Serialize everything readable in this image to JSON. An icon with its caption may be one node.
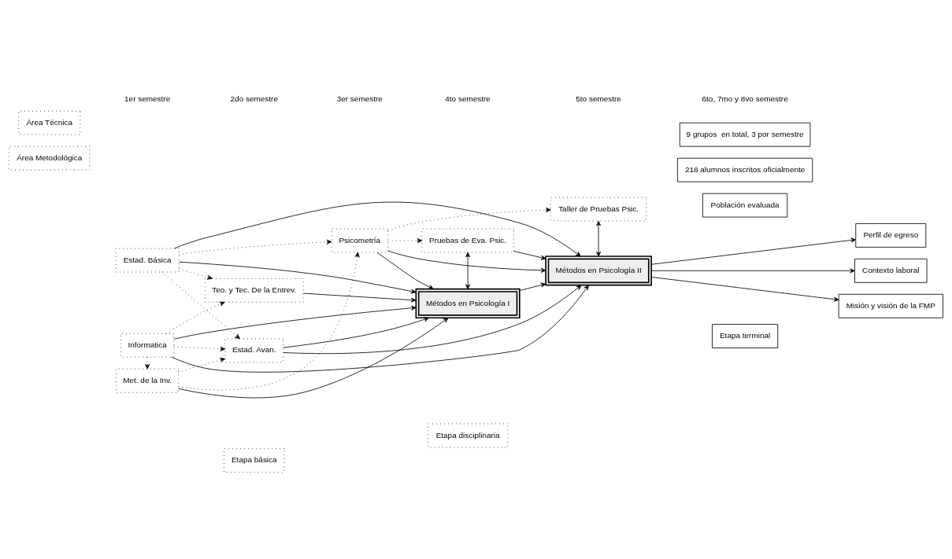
{
  "diagram": {
    "nodes": [
      {
        "text": [
          "Etapa básica"
        ]
      },
      {
        "text": [
          "Etapa disciplinaria"
        ]
      },
      {
        "text": [
          "Etapa terminal"
        ]
      },
      {
        "text": [
          "Área Metodológica"
        ]
      },
      {
        "text": [
          "Área Técnica"
        ]
      },
      {
        "text": [
          "Estad. Básica"
        ]
      },
      {
        "text": [
          "Estad. Avan."
        ]
      },
      {
        "text": [
          "Met. de la Inv."
        ]
      },
      {
        "text": [
          "Psicometría"
        ]
      },
      {
        "text": [
          "Métodos en Psicología I"
        ]
      },
      {
        "text": [
          "Métodos en Psicología II"
        ]
      },
      {
        "text": [
          "Informatica"
        ]
      },
      {
        "text": [
          "Teo. y Tec. De la Entrev."
        ]
      },
      {
        "text": [
          "Pruebas de Eva. Psic."
        ]
      },
      {
        "text": [
          "Taller de Pruebas Psic."
        ]
      },
      {
        "text": [
          "Población evaluada"
        ]
      },
      {
        "text": [
          "218 alumnos inscritos oficialmente"
        ]
      },
      {
        "text": [
          "9 grupos  en total, 3 por semestre"
        ]
      },
      {
        "text": [
          "Perfil de egreso"
        ]
      },
      {
        "text": [
          "Contexto laboral"
        ]
      },
      {
        "text": [
          "Misión y visión de la FMP"
        ]
      }
    ],
    "edges": [
      {
        "from": 5,
        "to": 6,
        "arrow": "to",
        "style": "dashed"
      },
      {
        "from": 5,
        "to": 9,
        "arrow": "to"
      },
      {
        "from": 5,
        "to": 10,
        "arrow": "to"
      },
      {
        "from": 5,
        "to": 8,
        "arrow": "to",
        "style": "dashed"
      },
      {
        "from": 5,
        "to": 12,
        "arrow": "to",
        "style": "dashed"
      },
      {
        "from": 6,
        "to": 9,
        "arrow": "to"
      },
      {
        "from": 6,
        "to": 10,
        "arrow": "to"
      },
      {
        "from": 7,
        "to": 9,
        "arrow": "to"
      },
      {
        "from": 7,
        "to": 6,
        "arrow": "to",
        "style": "dashed"
      },
      {
        "from": 7,
        "to": 8,
        "arrow": "to",
        "style": "dashed"
      },
      {
        "from": 11,
        "to": 7,
        "arrow": "to",
        "style": "dashed"
      },
      {
        "from": 11,
        "to": 6,
        "arrow": "to",
        "style": "dashed"
      },
      {
        "from": 11,
        "to": 12,
        "arrow": "to",
        "style": "dashed"
      },
      {
        "from": 11,
        "to": 9,
        "arrow": "to"
      },
      {
        "from": 11,
        "to": 10,
        "arrow": "to"
      },
      {
        "from": 8,
        "to": 9,
        "arrow": "to"
      },
      {
        "from": 8,
        "to": 10,
        "arrow": "to"
      },
      {
        "from": 8,
        "to": 13,
        "arrow": "to",
        "style": "dashed"
      },
      {
        "from": 8,
        "to": 14,
        "arrow": "to",
        "style": "dashed"
      },
      {
        "from": 12,
        "to": 9,
        "arrow": "to"
      },
      {
        "from": 9,
        "to": 10,
        "arrow": "to"
      },
      {
        "from": 13,
        "to": 9,
        "arrow": "both"
      },
      {
        "from": 13,
        "to": 10,
        "arrow": "to"
      },
      {
        "from": 14,
        "to": 10,
        "arrow": "both"
      },
      {
        "from": 10,
        "to": 18,
        "arrow": "to"
      },
      {
        "from": 10,
        "to": 19,
        "arrow": "to"
      },
      {
        "from": 10,
        "to": 20,
        "arrow": "to"
      }
    ],
    "labels": [
      "1er semestre",
      "2do semestre",
      "3er semestre",
      "4to semestre",
      "5to semestre",
      "6to, 7mo y 8vo semestre"
    ]
  }
}
